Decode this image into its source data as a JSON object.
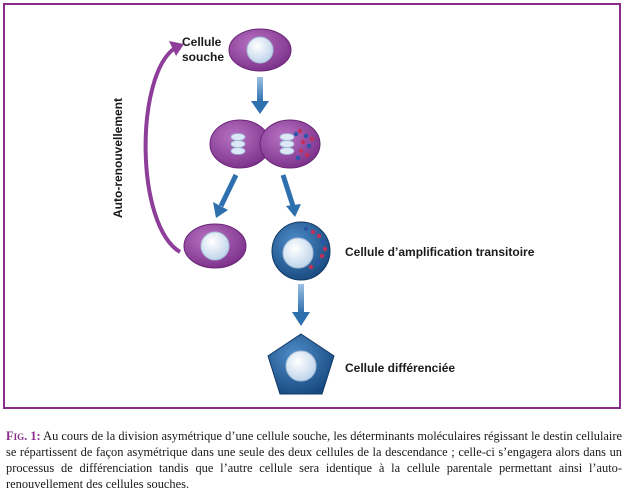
{
  "labels": {
    "stem_cell": [
      "Cellule",
      "souche"
    ],
    "self_renewal": "Auto-renouvellement",
    "transit_cell": "Cellule d’amplification transitoire",
    "differentiated_cell": "Cellule différenciée"
  },
  "caption": {
    "fig_number": "Fig. 1:",
    "text": " Au cours de la division asymétrique d’une cellule souche, les déterminants moléculaires régissant le destin cellulaire se répartissent de façon asymétrique dans une seule des deux cellules de la descendance ; celle-ci s’engagera alors dans un processus de différenciation tandis que l’autre cellule sera identique à la cellule parentale permettant ainsi l’auto-renouvellement des cellules souches."
  },
  "colors": {
    "frame": "#8a2d8a",
    "stem_cell": "#8e3e9a",
    "transit_cell": "#1f5f9e",
    "nucleus": "#dce8f5",
    "arrow": "#2e6fae",
    "determinant_red": "#c0305a",
    "determinant_blue": "#2a55a8"
  }
}
